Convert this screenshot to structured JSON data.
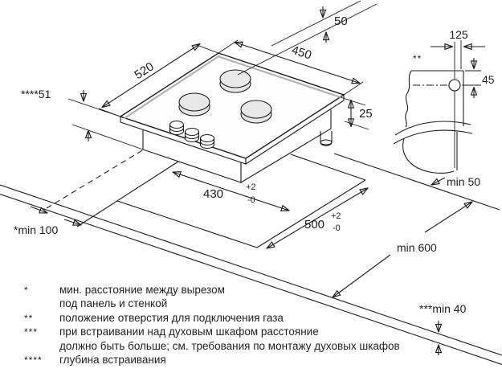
{
  "title": "gas hob installation diagram",
  "colors": {
    "background": "#ffffff",
    "line": "#1e1e1e",
    "glass_edge_gray": "#b3b3b3",
    "burner_fill": "#e8e8e8"
  },
  "labels": {
    "hob_width": "520",
    "hob_depth": "450",
    "gas_offset": "50",
    "body_height": "25",
    "install_depth": "****51",
    "cutout_depth": "430",
    "cutout_depth_tol_top": "+2",
    "cutout_depth_tol_bottom": "-0",
    "cutout_width": "500",
    "cutout_width_tol_top": "+2",
    "cutout_width_tol_bottom": "-0",
    "wall_clearance": "*min 100",
    "rear_clearance": "min 50",
    "worktop_depth": "min 600",
    "worktop_thickness": "***min 40",
    "hole_offset": "125",
    "hole_height": "45",
    "hole_marker": "**"
  },
  "footnotes": [
    {
      "marker": "*",
      "lines": [
        "мин. расстояние между вырезом",
        "под панель и стенкой"
      ]
    },
    {
      "marker": "**",
      "lines": [
        "положение отверстия для подключения газа"
      ]
    },
    {
      "marker": "***",
      "lines": [
        "при встраивании над духовым шкафом расстояние",
        "должно быть больше; см. требования по монтажу духовых шкафов"
      ]
    },
    {
      "marker": "****",
      "lines": [
        "глубина встраивания"
      ]
    }
  ]
}
